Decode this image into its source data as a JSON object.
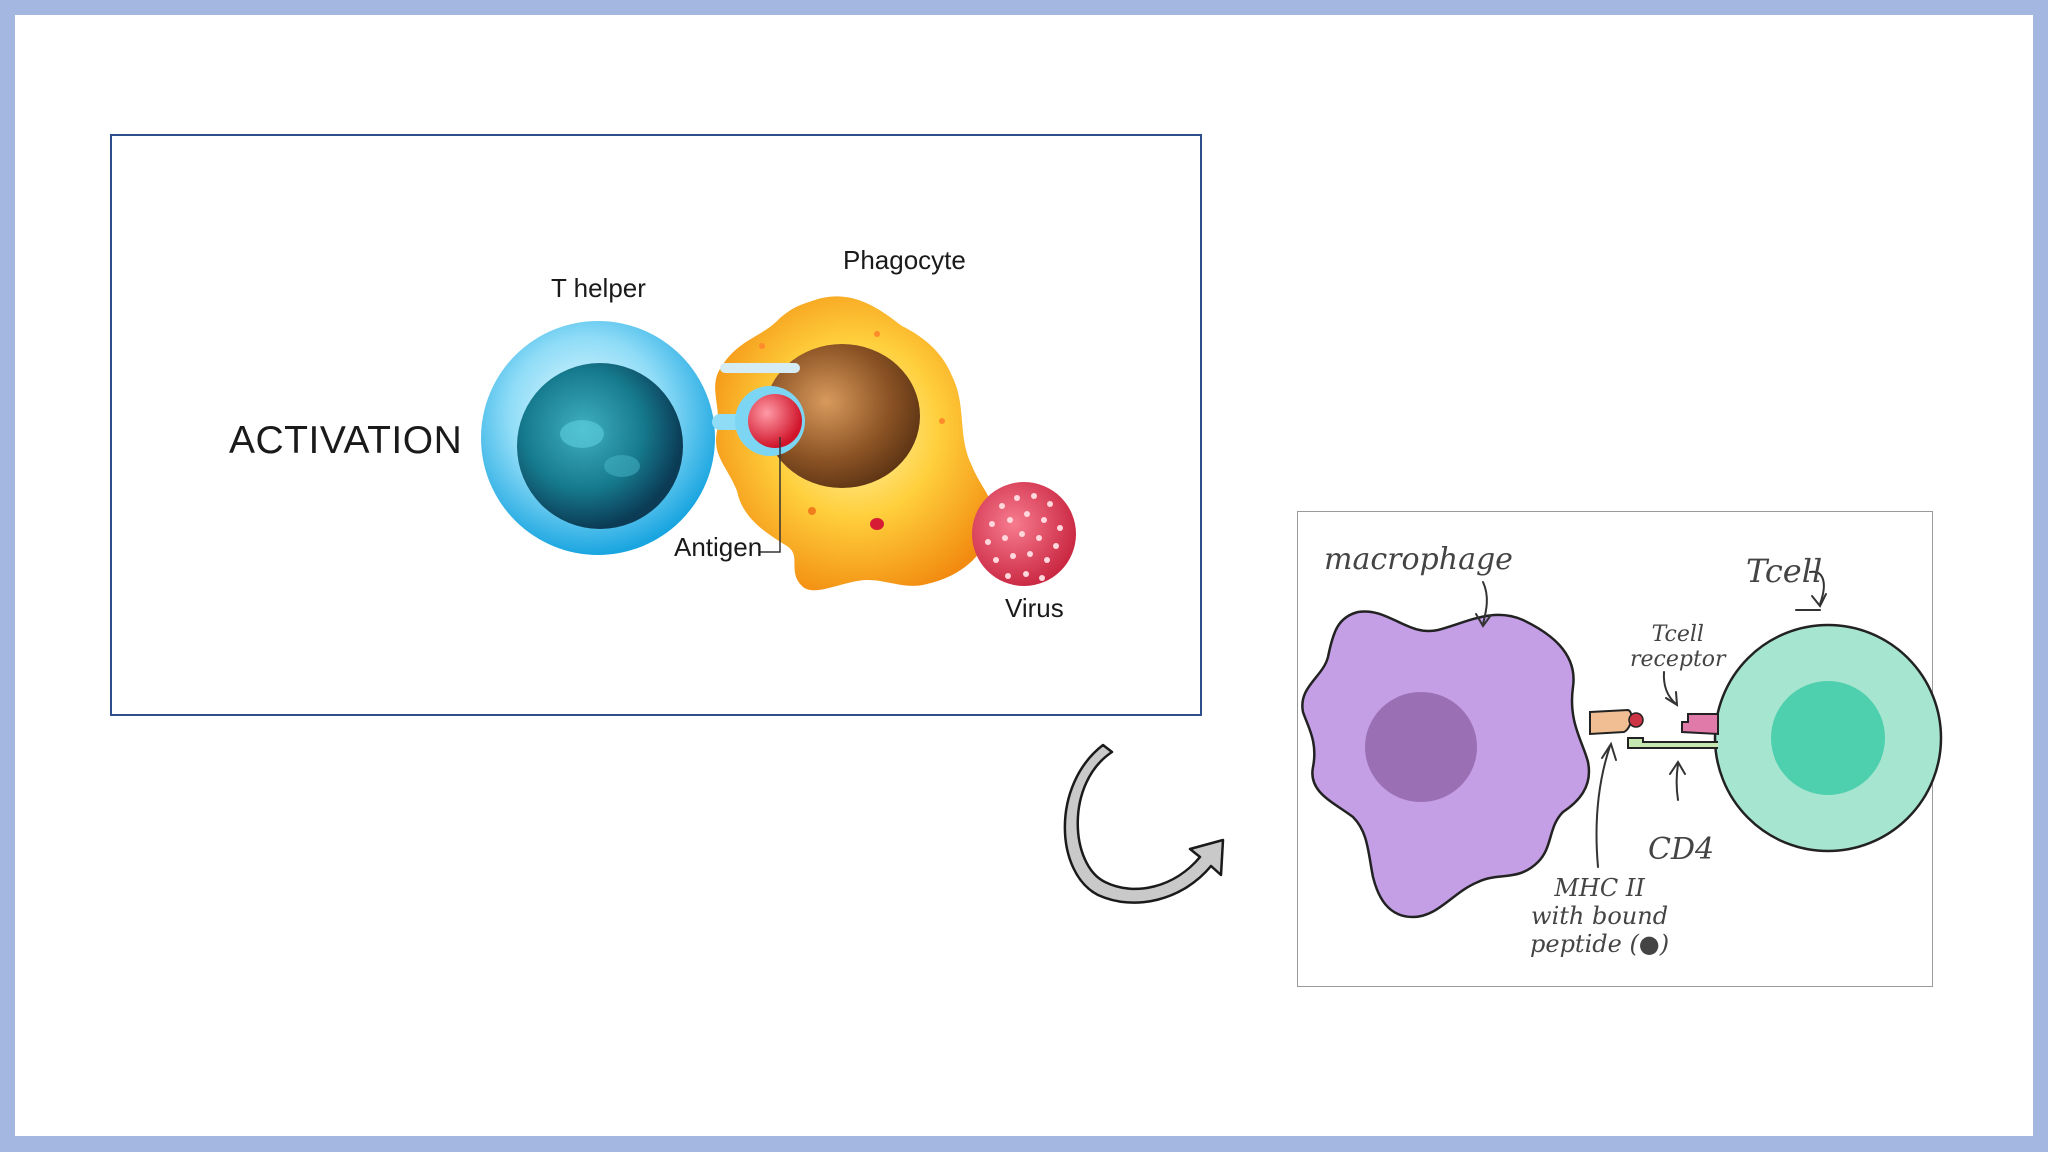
{
  "left_panel": {
    "activation": "ACTIVATION",
    "t_helper": "T helper",
    "phagocyte": "Phagocyte",
    "antigen": "Antigen",
    "virus": "Virus"
  },
  "right_panel": {
    "macrophage": "macrophage",
    "tcell": "Tcell",
    "tcell_receptor_line1": "Tcell",
    "tcell_receptor_line2": "receptor",
    "cd4": "CD4",
    "mhc_line1": "MHC II",
    "mhc_line2": "with bound",
    "mhc_line3": "peptide (●)"
  },
  "colors": {
    "frame": "#a4b7e0",
    "panel_border": "#2f4e8c",
    "t_helper": "#3fb6e8",
    "phagocyte": "#f6a21e",
    "antigen": "#e8283c",
    "virus": "#e2405a",
    "macrophage": "#c49fe6",
    "macrophage_nucleus": "#9a6fb4",
    "t_cell": "#a6e6d0",
    "t_cell_nucleus": "#4ecfad"
  },
  "icons": [
    "curved-arrow-icon"
  ]
}
